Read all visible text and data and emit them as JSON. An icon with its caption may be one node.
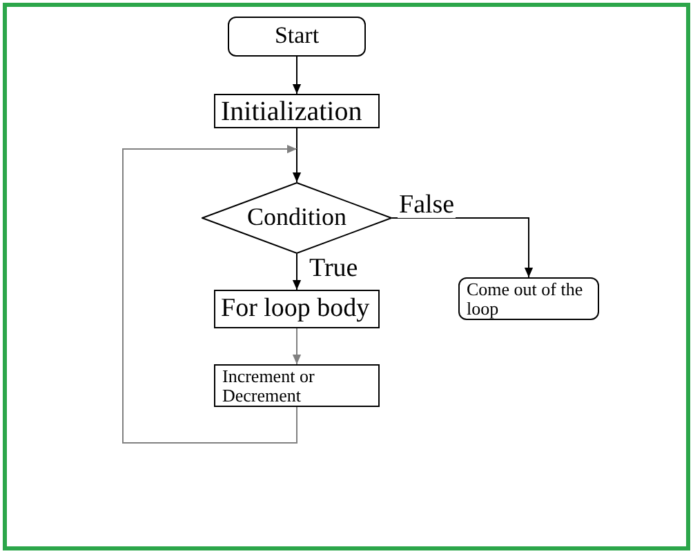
{
  "diagram": {
    "nodes": [
      {
        "text": [
          "Start"
        ]
      },
      {
        "text": [
          "Initialization"
        ]
      },
      {
        "text": [
          "Condition"
        ]
      },
      {
        "text": [
          "For loop body"
        ]
      },
      {
        "text": [
          "Come out of the loop"
        ]
      },
      {
        "text": [
          "Increment or Decrement"
        ]
      }
    ],
    "edges": [
      {
        "from": 0,
        "to": 1,
        "arrow": "to"
      },
      {
        "from": 1,
        "to": 2,
        "arrow": "to"
      },
      {
        "from": 2,
        "to": 3,
        "arrow": "to",
        "label": "True"
      },
      {
        "from": 2,
        "to": 4,
        "arrow": "to",
        "label": "False"
      },
      {
        "from": 3,
        "to": 5,
        "arrow": "to",
        "color": "#808080"
      },
      {
        "from": 5,
        "to": 2,
        "arrow": "to",
        "color": "#808080"
      }
    ]
  }
}
